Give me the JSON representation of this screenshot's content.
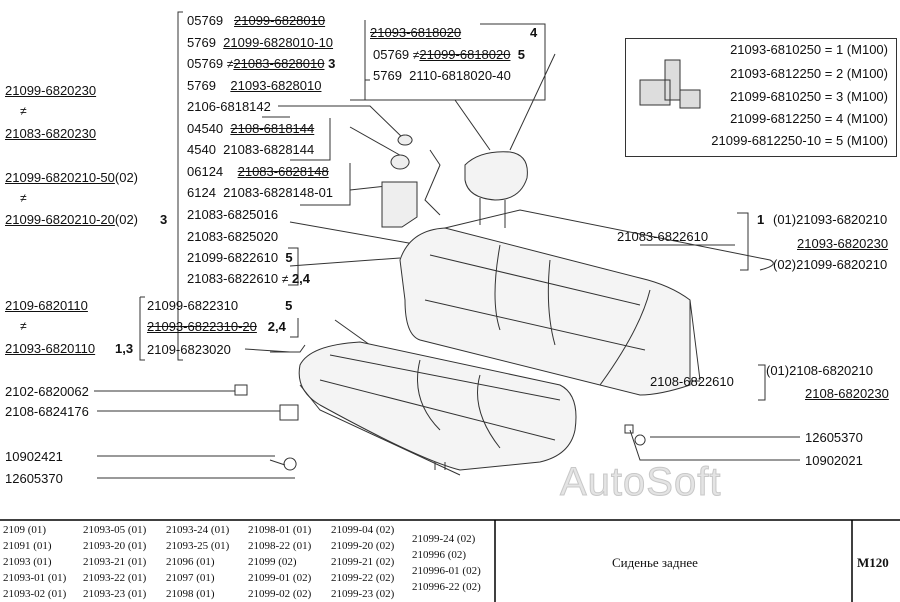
{
  "left_labels": [
    "21099-6820230",
    "21083-6820230",
    "21099-6820210-50",
    "(02)",
    "21099-6820210-20",
    "(02)",
    "3",
    "2109-6820110",
    "21093-6820110",
    "1,3",
    "2102-6820062",
    "2108-6824176",
    "10902421",
    "12605370"
  ],
  "not_equal": "≠",
  "center_labels": [
    {
      "code": "05769",
      "part": "21099-6828010"
    },
    {
      "code": "5769",
      "part": "21099-6828010-10"
    },
    {
      "code": "05769",
      "part": "21083-6828010",
      "note": "3"
    },
    {
      "code": "5769",
      "part": "21093-6828010"
    },
    {
      "code": "",
      "part": "2106-6818142"
    },
    {
      "code": "04540",
      "part": "2108-6818144"
    },
    {
      "code": "4540",
      "part": "21083-6828144"
    },
    {
      "code": "06124",
      "part": "21083-6828148"
    },
    {
      "code": "6124",
      "part": "21083-6828148-01"
    },
    {
      "code": "",
      "part": "21083-6825016"
    },
    {
      "code": "",
      "part": "21083-6825020"
    },
    {
      "code": "",
      "part": "21099-6822610",
      "note": "5"
    },
    {
      "code": "",
      "part": "21083-6822610",
      "note": "2,4"
    }
  ],
  "cushion_labels": [
    {
      "part": "21099-6822310",
      "note": "5"
    },
    {
      "part": "21093-6822310-20",
      "note": "2,4"
    },
    {
      "part": "2109-6823020"
    }
  ],
  "headrest_labels": [
    {
      "code": "",
      "part": "21093-6818020",
      "note": "4"
    },
    {
      "code": "05769",
      "part": "21099-6818020",
      "note": "5"
    },
    {
      "code": "5769",
      "part": "2110-6818020-40"
    }
  ],
  "legend": [
    "21093-6810250 = 1 (M100)",
    "21093-6812250 = 2 (M100)",
    "21099-6810250 = 3 (M100)",
    "21099-6812250 = 4 (M100)",
    "21099-6812250-10 = 5 (M100)"
  ],
  "right_labels": {
    "back_part": "21083-6822610",
    "back_num": "1",
    "back_01": "(01)21093-6820210",
    "back_b": "21093-6820230",
    "back_02": "(02)21099-6820210",
    "side_part": "2108-6822610",
    "side_01": "(01)2108-6820210",
    "side_b": "2108-6820230",
    "washer": "12605370",
    "bolt": "10902021"
  },
  "watermark": "AutoSoft",
  "footer": {
    "models": [
      [
        "2109 (01)",
        "21091 (01)",
        "21093 (01)",
        "21093-01 (01)",
        "21093-02 (01)"
      ],
      [
        "21093-05 (01)",
        "21093-20 (01)",
        "21093-21 (01)",
        "21093-22 (01)",
        "21093-23 (01)"
      ],
      [
        "21093-24 (01)",
        "21093-25 (01)",
        "21096 (01)",
        "21097 (01)",
        "21098 (01)"
      ],
      [
        "21098-01 (01)",
        "21098-22 (01)",
        "21099 (02)",
        "21099-01 (02)",
        "21099-02 (02)"
      ],
      [
        "21099-04 (02)",
        "21099-20 (02)",
        "21099-21 (02)",
        "21099-22 (02)",
        "21099-23 (02)"
      ],
      [
        "21099-24 (02)",
        "210996 (02)",
        "210996-01 (02)",
        "210996-22 (02)"
      ]
    ],
    "title": "Сиденье заднее",
    "code": "M120"
  }
}
